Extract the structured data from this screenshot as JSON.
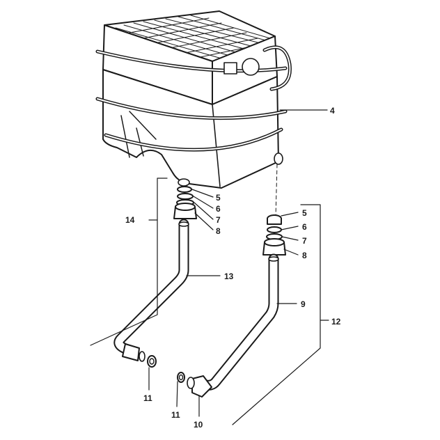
{
  "colors": {
    "ink": "#1a1a1a",
    "paper": "#ffffff"
  },
  "parts": {
    "heat_exchanger": "4",
    "washer_a": "5",
    "gasket_a": "6",
    "ring_a": "7",
    "nut_a": "8",
    "pipe_right": "9",
    "union_nut": "10",
    "seal_left": "11",
    "seal_right": "11",
    "group_right": "12",
    "pipe_left": "13",
    "group_left": "14",
    "washer_b": "5",
    "gasket_b": "6",
    "ring_b": "7",
    "nut_b": "8"
  }
}
